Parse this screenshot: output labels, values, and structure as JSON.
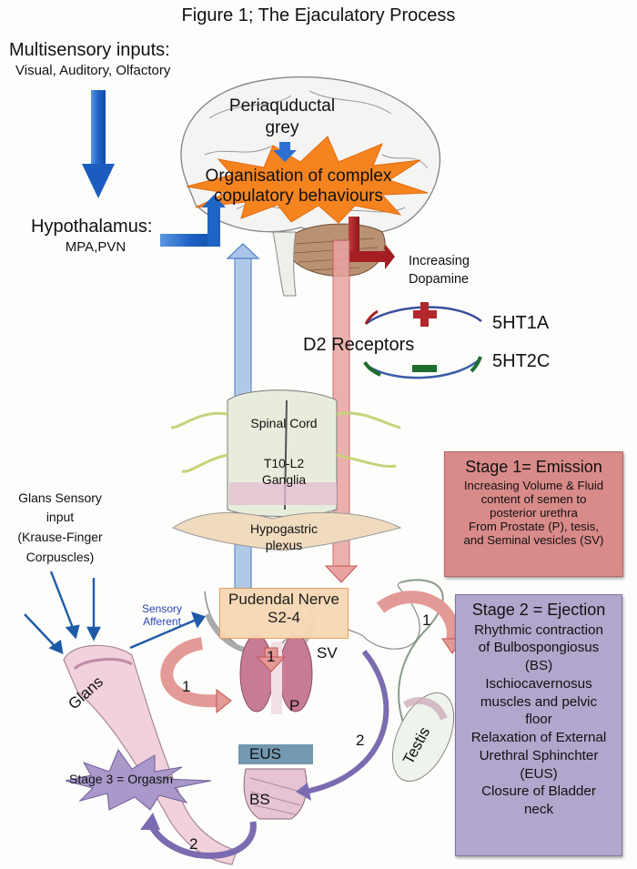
{
  "figure": {
    "title": "Figure 1; The Ejaculatory Process"
  },
  "inputs": {
    "heading": "Multisensory inputs:",
    "subheading": "Visual, Auditory, Olfactory"
  },
  "brain": {
    "pag_line1": "Periaquductal",
    "pag_line2": "grey",
    "organisation_line1": "Organisation of complex",
    "organisation_line2": "copulatory behaviours"
  },
  "hypothalamus": {
    "heading": "Hypothalamus:",
    "nuclei": "MPA,PVN"
  },
  "dopamine": {
    "line1": "Increasing",
    "line2": "Dopamine"
  },
  "receptors": {
    "d2_label": "D2 Receptors",
    "plus_receptor": "5HT1A",
    "minus_receptor": "5HT2C"
  },
  "spine": {
    "spinal_cord": "Spinal Cord",
    "ganglia_line1": "T10-L2",
    "ganglia_line2": "Ganglia",
    "plexus_line1": "Hypogastric",
    "plexus_line2": "plexus"
  },
  "glans_input": {
    "line1": "Glans Sensory",
    "line2": "input",
    "line3": "(Krause-Finger",
    "line4": "Corpuscles)"
  },
  "sensory_afferent": {
    "line1": "Sensory",
    "line2": "Afferent"
  },
  "pudendal": {
    "line1": "Pudendal Nerve",
    "line2": "S2-4"
  },
  "anatomy": {
    "glans": "Glans",
    "prostate": "P",
    "seminal_vesicles": "SV",
    "eus": "EUS",
    "bs": "BS",
    "testis": "Testis"
  },
  "step_numbers": {
    "emission_left": "1",
    "emission_center": "1",
    "emission_right": "1",
    "ejection_right": "2",
    "ejection_bottom": "2"
  },
  "stage1": {
    "title": "Stage 1= Emission",
    "lines": [
      "Increasing Volume & Fluid",
      "content of semen to",
      "posterior urethra",
      "From Prostate (P), tesis,",
      "and Seminal vesicles (SV)"
    ]
  },
  "stage2": {
    "title": "Stage 2 = Ejection",
    "lines": [
      "Rhythmic contraction",
      "of Bulbospongiosus",
      "(BS)",
      "Ischiocavernosus",
      "muscles and pelvic",
      "floor",
      "Relaxation of External",
      "Urethral Sphinchter",
      "(EUS)",
      "Closure of Bladder",
      "neck"
    ]
  },
  "stage3": {
    "label": "Stage 3 = Orgasm"
  },
  "colors": {
    "blue_arrow": "#1f63c4",
    "light_blue_arrow": "#8fb3dd",
    "dark_red_arrow": "#a41e22",
    "light_red_arrow": "#e38e8a",
    "orange_burst": "#f5841f",
    "purple_arrow": "#7b6bb0",
    "stage1_fill": "#d98b89",
    "stage2_fill": "#b3a6cc",
    "green_minus": "#1f6d2c"
  }
}
